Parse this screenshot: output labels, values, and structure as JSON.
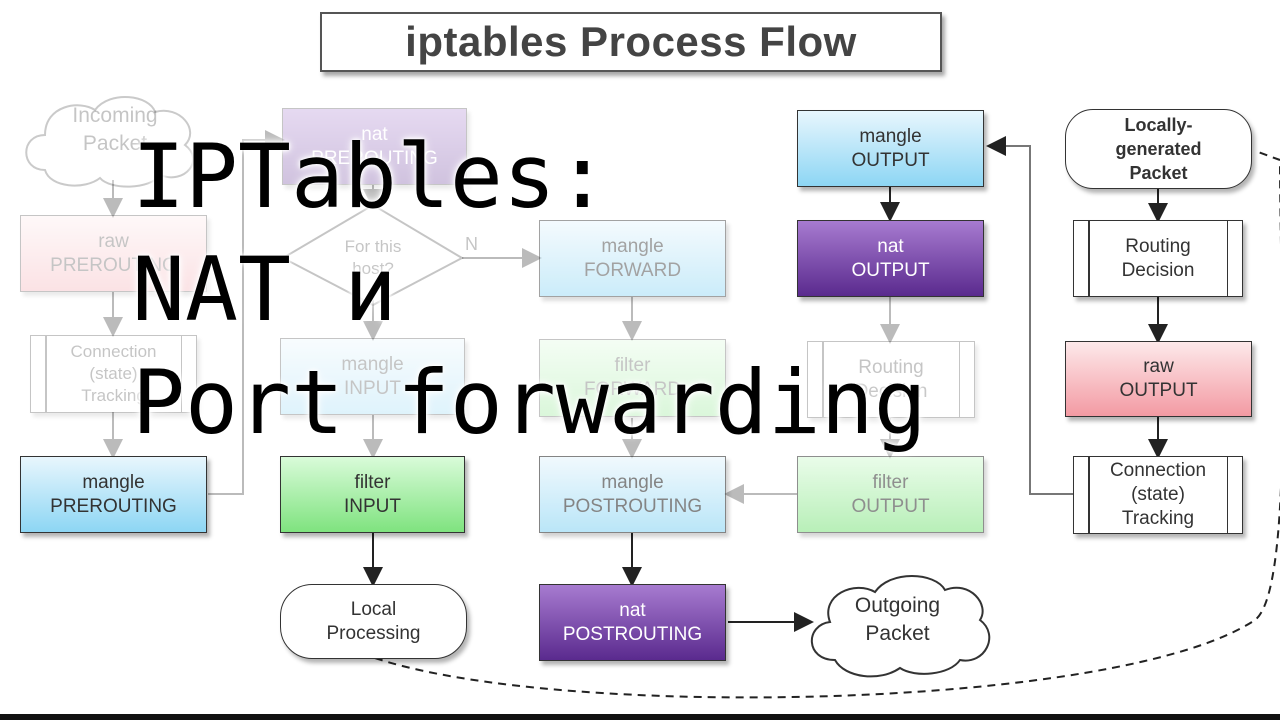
{
  "title": "iptables  Process Flow",
  "overlay": {
    "line1": "IPTables:",
    "line2": "NAT и",
    "line3": "Port forwarding"
  },
  "nodes": {
    "incoming_packet": [
      "Incoming",
      "Packet"
    ],
    "raw_prerouting": [
      "raw",
      "PREROUTING"
    ],
    "connection_tracking_left": [
      "Connection",
      "(state)",
      "Tracking"
    ],
    "mangle_prerouting": [
      "mangle",
      "PREROUTING"
    ],
    "nat_prerouting": [
      "nat",
      "PREROUTING"
    ],
    "for_this_host": [
      "For this",
      "host?"
    ],
    "decision_no": "N",
    "mangle_input": [
      "mangle",
      "INPUT"
    ],
    "filter_input": [
      "filter",
      "INPUT"
    ],
    "local_processing": [
      "Local",
      "Processing"
    ],
    "mangle_forward": [
      "mangle",
      "FORWARD"
    ],
    "filter_forward": [
      "filter",
      "FORWARD"
    ],
    "mangle_postrouting": [
      "mangle",
      "POSTROUTING"
    ],
    "nat_postrouting": [
      "nat",
      "POSTROUTING"
    ],
    "outgoing_packet": [
      "Outgoing",
      "Packet"
    ],
    "mangle_output": [
      "mangle",
      "OUTPUT"
    ],
    "nat_output": [
      "nat",
      "OUTPUT"
    ],
    "routing_decision_mid": [
      "Routing",
      "Decision"
    ],
    "filter_output": [
      "filter",
      "OUTPUT"
    ],
    "locally_generated_packet": [
      "Locally-",
      "generated",
      "Packet"
    ],
    "routing_decision_right": [
      "Routing",
      "Decision"
    ],
    "raw_output": [
      "raw",
      "OUTPUT"
    ],
    "connection_tracking_right": [
      "Connection",
      "(state)",
      "Tracking"
    ]
  },
  "colors": {
    "raw": "#f39aa3",
    "mangle": "#8dd6f4",
    "nat": "#5a2a8e",
    "filter": "#7fe37f",
    "overlay_text": "#000000"
  }
}
